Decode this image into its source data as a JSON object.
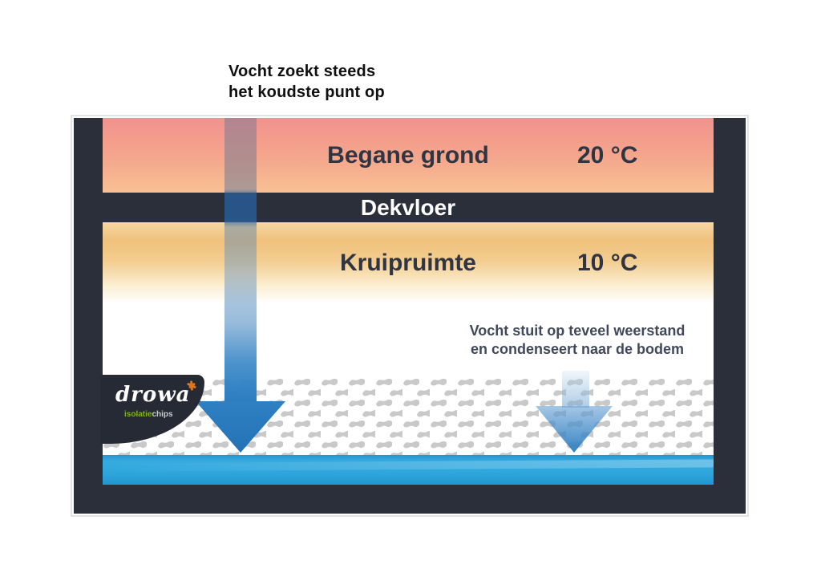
{
  "heading": {
    "line1": "Vocht zoekt steeds",
    "line2": "het koudste punt op"
  },
  "diagram": {
    "frame_color": "#2b2f3a",
    "layers": {
      "begane_grond": {
        "label": "Begane grond",
        "temp": "20 °C",
        "color_top": "#f2928e",
        "color_bottom": "#f8c194"
      },
      "dekvloer": {
        "label": "Dekvloer",
        "color": "#2b2f3a"
      },
      "kruipruimte": {
        "label": "Kruipruimte",
        "temp": "10 °C",
        "color_top": "#f0c17c"
      },
      "insulation_chips": {
        "chip_color": "#c9c9c9"
      },
      "water": {
        "color": "#29a2db"
      }
    },
    "annotation": {
      "line1": "Vocht stuit op teveel weerstand",
      "line2": "en condenseert naar de bodem"
    },
    "arrows": {
      "main": "moisture-flow-down",
      "small": "condensation-down",
      "color": "#2b7dc0"
    },
    "logo": {
      "brand": "drowa",
      "sub_green": "isolatie",
      "sub_gray": "chips",
      "accent_color": "#e0771d",
      "badge_color": "#262a35"
    }
  }
}
